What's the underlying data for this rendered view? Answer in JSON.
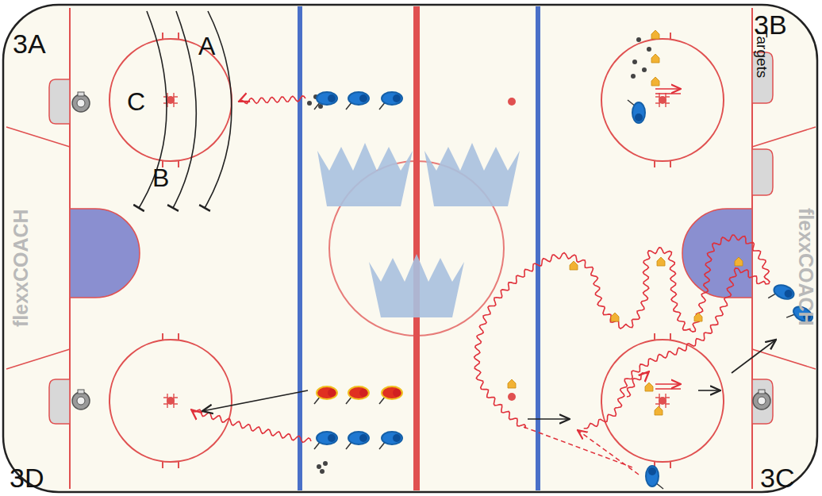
{
  "diagram": {
    "labels": [
      "3A",
      "3B",
      "A",
      "C",
      "B",
      "Targets",
      "flexxCOACH",
      "flexxCOACH",
      "3D",
      "3C"
    ]
  }
}
